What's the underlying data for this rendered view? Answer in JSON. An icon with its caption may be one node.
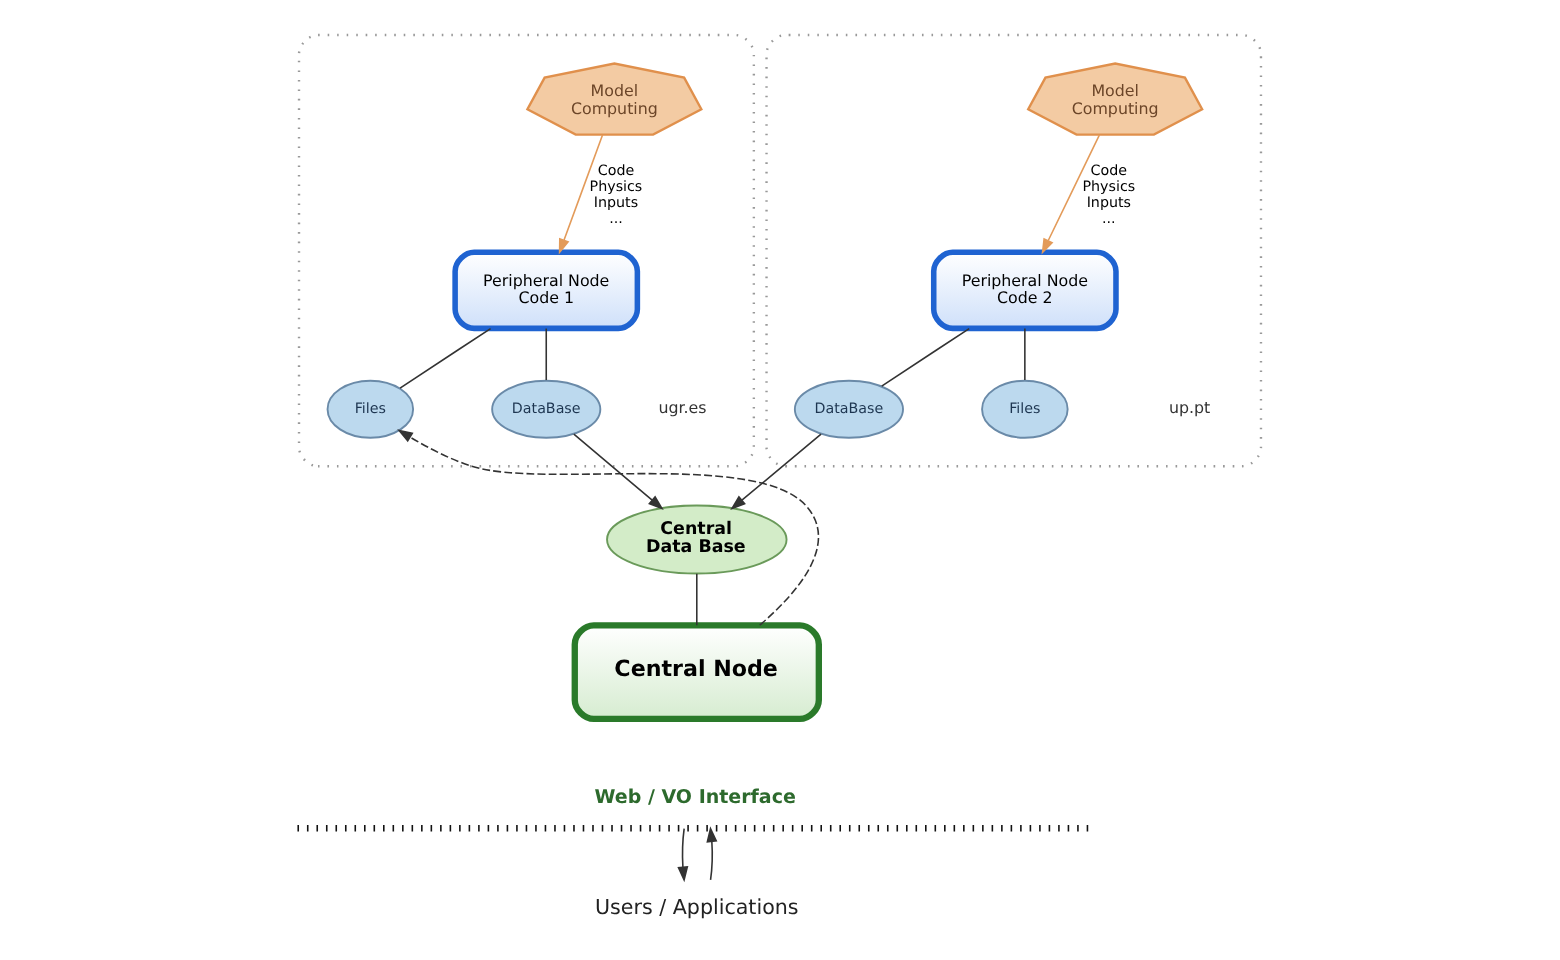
{
  "diagram": {
    "nodes": [
      {
        "text": [],
        "shape": "ellipse"
      },
      {
        "text": [
          "Model Computing"
        ],
        "in": 0
      },
      {
        "text": [
          "Peripheral Node",
          "Code 1"
        ],
        "in": 0
      },
      {
        "text": [
          "Files"
        ],
        "in": 0
      },
      {
        "text": [
          "DataBase"
        ],
        "in": 0
      },
      {
        "text": [],
        "shape": "ellipse"
      },
      {
        "text": [
          "Model Computing"
        ],
        "in": 5
      },
      {
        "text": [
          "Peripheral Node",
          "Code 2"
        ],
        "in": 5
      },
      {
        "text": [
          "DataBase"
        ],
        "in": 5
      },
      {
        "text": [
          "Files"
        ],
        "in": 5
      },
      {
        "text": [
          "Central Data Base"
        ]
      },
      {
        "text": [
          "Central Node"
        ]
      },
      {
        "text": [
          "Web / VO Interface"
        ]
      },
      {
        "text": [
          "Users / Applications"
        ]
      }
    ],
    "edges": [
      {
        "from": 1,
        "to": 2,
        "arrow": "to",
        "label": "Code Physics Inputs ...",
        "color": "#e39b5a"
      },
      {
        "from": 2,
        "to": 3,
        "arrow": "none"
      },
      {
        "from": 2,
        "to": 4,
        "arrow": "none"
      },
      {
        "from": 4,
        "to": 10,
        "arrow": "to"
      },
      {
        "from": 6,
        "to": 7,
        "arrow": "to",
        "label": "Code Physics Inputs ...",
        "color": "#e39b5a"
      },
      {
        "from": 7,
        "to": 8,
        "arrow": "none"
      },
      {
        "from": 7,
        "to": 9,
        "arrow": "none"
      },
      {
        "from": 8,
        "to": 10,
        "arrow": "to"
      },
      {
        "from": 10,
        "to": 11,
        "arrow": "none"
      },
      {
        "from": 11,
        "to": 3,
        "arrow": "to",
        "style": "dashed"
      },
      {
        "from": 13,
        "to": 12,
        "arrow": "to"
      },
      {
        "from": 12,
        "to": 13,
        "arrow": "to"
      }
    ],
    "labels": [
      "ugr.es",
      "up.pt"
    ]
  }
}
